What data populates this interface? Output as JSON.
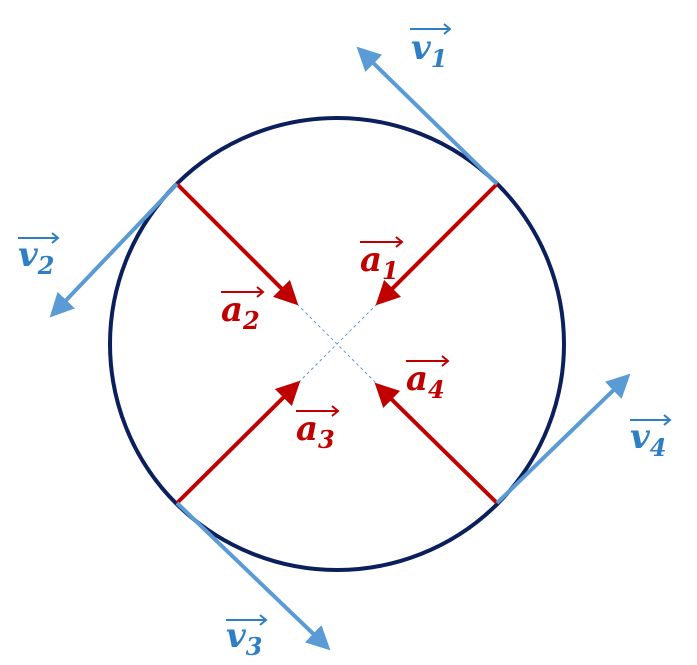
{
  "colors": {
    "circle": "#0b1f5c",
    "acceleration": "#c00000",
    "velocity": "#5b9bd5",
    "velocity_label": "#2f7fc4",
    "guide": "#5b9bd5"
  },
  "labels": {
    "v1": {
      "base": "v",
      "sub": "1"
    },
    "v2": {
      "base": "v",
      "sub": "2"
    },
    "v3": {
      "base": "v",
      "sub": "3"
    },
    "v4": {
      "base": "v",
      "sub": "4"
    },
    "a1": {
      "base": "a",
      "sub": "1"
    },
    "a2": {
      "base": "a",
      "sub": "2"
    },
    "a3": {
      "base": "a",
      "sub": "3"
    },
    "a4": {
      "base": "a",
      "sub": "4"
    }
  }
}
